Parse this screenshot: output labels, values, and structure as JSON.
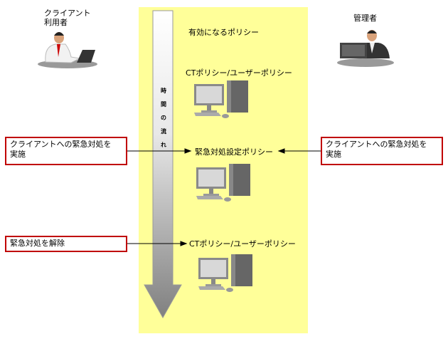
{
  "client": {
    "label_line1": "クライアント",
    "label_line2": "利用者"
  },
  "admin": {
    "label": "管理者"
  },
  "panel": {
    "title": "有効になるポリシー"
  },
  "time_arrow": {
    "chars": [
      "時",
      "間",
      "の",
      "流",
      "れ"
    ]
  },
  "policies": [
    "CTポリシー/ユーザーポリシー",
    "緊急対処設定ポリシー",
    "CTポリシー/ユーザーポリシー"
  ],
  "actions": {
    "client_emergency": {
      "line1": "クライアントへの緊急対処を",
      "line2": "実施"
    },
    "admin_emergency": {
      "line1": "クライアントへの緊急対処を",
      "line2": "実施"
    },
    "release": "緊急対処を解除"
  },
  "colors": {
    "panel": "#ffff99",
    "box_border": "#c00000"
  }
}
